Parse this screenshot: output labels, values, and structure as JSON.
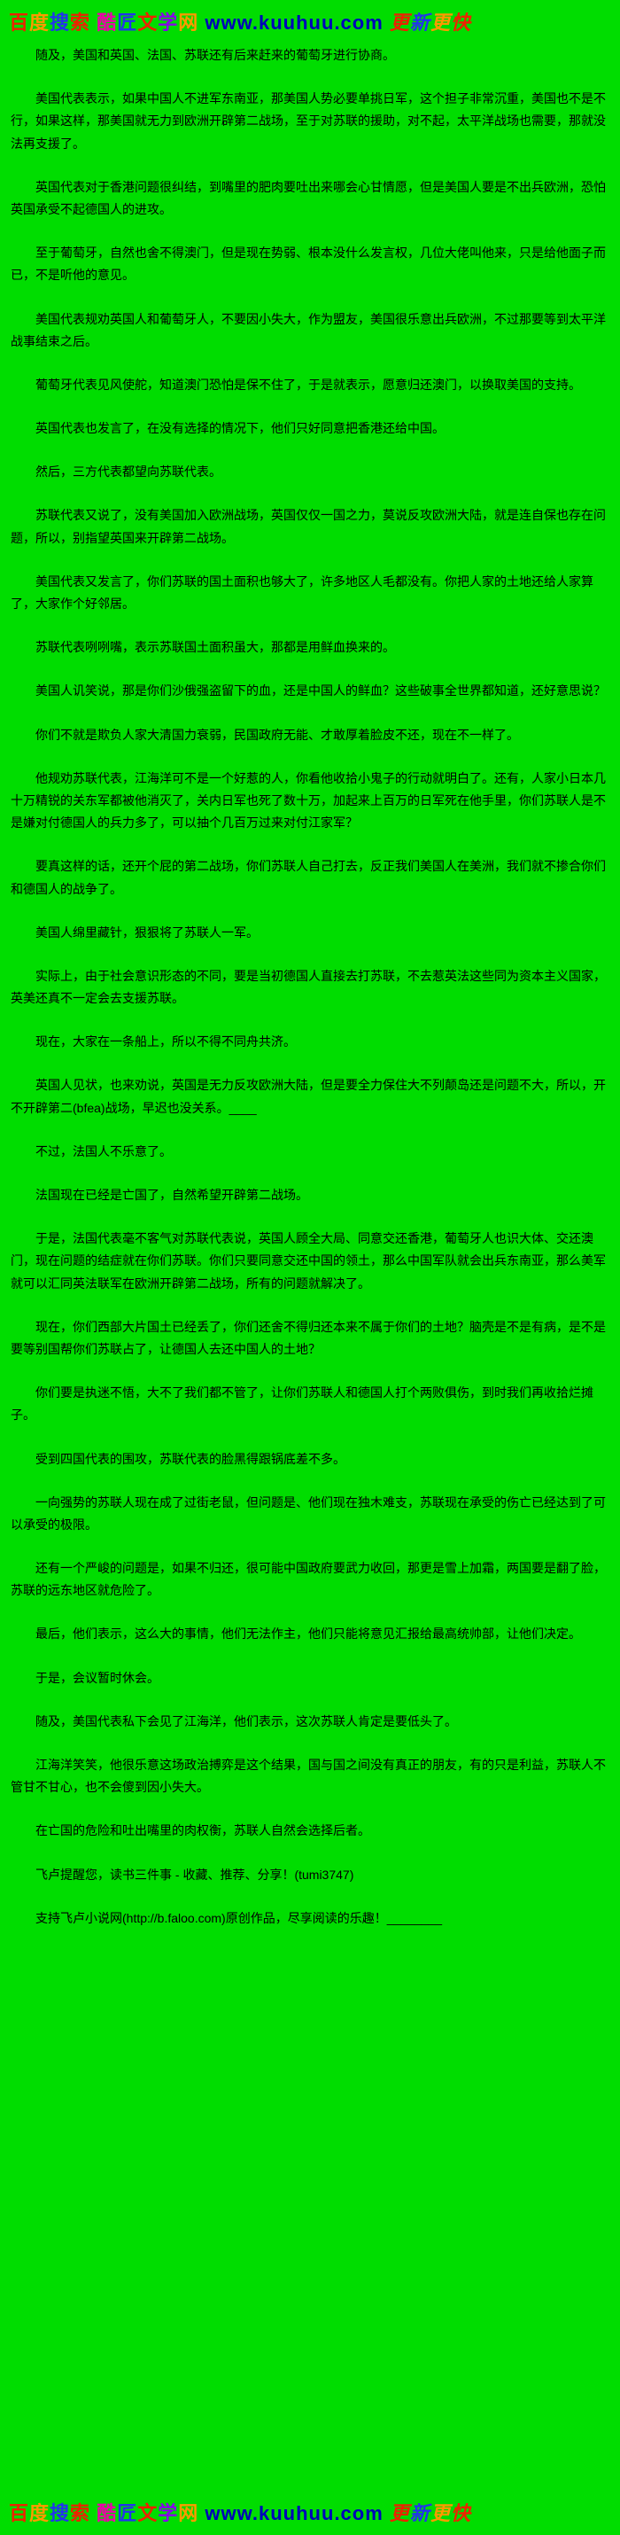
{
  "banner": {
    "full_text": "百度搜索 酷匠文学网 www.kuuhuu.com 更新更快",
    "segments": [
      {
        "text": "百",
        "color": "#ee2200"
      },
      {
        "text": "度",
        "color": "#ff9900"
      },
      {
        "text": "搜",
        "color": "#2233ee"
      },
      {
        "text": "索",
        "color": "#ee2200"
      },
      {
        "text": " ",
        "color": "#000000"
      },
      {
        "text": "酷",
        "color": "#ee00aa"
      },
      {
        "text": "匠",
        "color": "#2233ee"
      },
      {
        "text": "文",
        "color": "#ee2200"
      },
      {
        "text": "学",
        "color": "#8800ee"
      },
      {
        "text": "网",
        "color": "#ff9900"
      },
      {
        "text": " www.kuuhuu.com ",
        "color": "#0000bb",
        "bold": true
      },
      {
        "text": "更",
        "color": "#ee2200",
        "italic": true
      },
      {
        "text": "新",
        "color": "#2233ee",
        "italic": true
      },
      {
        "text": "更",
        "color": "#ff9900",
        "italic": true
      },
      {
        "text": "快",
        "color": "#ee2200",
        "italic": true
      }
    ]
  },
  "paragraphs": [
    "随及，美国和英国、法国、苏联还有后来赶来的葡萄牙进行协商。",
    "美国代表表示，如果中国人不进军东南亚，那美国人势必要单挑日军，这个担子非常沉重，美国也不是不行，如果这样，那美国就无力到欧洲开辟第二战场，至于对苏联的援助，对不起，太平洋战场也需要，那就没法再支援了。",
    "英国代表对于香港问题很纠结，到嘴里的肥肉要吐出来哪会心甘情愿，但是美国人要是不出兵欧洲，恐怕英国承受不起德国人的进攻。",
    "至于葡萄牙，自然也舍不得澳门，但是现在势弱、根本没什么发言权，几位大佬叫他来，只是给他面子而已，不是听他的意见。",
    "美国代表规劝英国人和葡萄牙人，不要因小失大，作为盟友，美国很乐意出兵欧洲，不过那要等到太平洋战事结束之后。",
    "葡萄牙代表见风使舵，知道澳门恐怕是保不住了，于是就表示，愿意归还澳门，以换取美国的支持。",
    "英国代表也发言了，在没有选择的情况下，他们只好同意把香港还给中国。",
    "然后，三方代表都望向苏联代表。",
    "苏联代表又说了，没有美国加入欧洲战场，英国仅仅一国之力，莫说反攻欧洲大陆，就是连自保也存在问题，所以，别指望英国来开辟第二战场。",
    "美国代表又发言了，你们苏联的国土面积也够大了，许多地区人毛都没有。你把人家的土地还给人家算了，大家作个好邻居。",
    "苏联代表咧咧嘴，表示苏联国土面积虽大，那都是用鲜血换来的。",
    "美国人讥笑说，那是你们沙俄强盗留下的血，还是中国人的鲜血？这些破事全世界都知道，还好意思说？",
    "你们不就是欺负人家大清国力衰弱，民国政府无能、才敢厚着脸皮不还，现在不一样了。",
    "他规劝苏联代表，江海洋可不是一个好惹的人，你看他收拾小鬼子的行动就明白了。还有，人家小日本几十万精锐的关东军都被他消灭了，关内日军也死了数十万，加起来上百万的日军死在他手里，你们苏联人是不是嫌对付德国人的兵力多了，可以抽个几百万过来对付江家军？",
    "要真这样的话，还开个屁的第二战场，你们苏联人自己打去，反正我们美国人在美洲，我们就不掺合你们和德国人的战争了。",
    "美国人绵里藏针，狠狠将了苏联人一军。",
    "实际上，由于社会意识形态的不同，要是当初德国人直接去打苏联，不去惹英法这些同为资本主义国家，英美还真不一定会去支援苏联。",
    "现在，大家在一条船上，所以不得不同舟共济。",
    "英国人见状，也来劝说，英国是无力反攻欧洲大陆，但是要全力保住大不列颠岛还是问题不大，所以，开不开辟第二(bfea)战场，早迟也没关系。____",
    "不过，法国人不乐意了。",
    "法国现在已经是亡国了，自然希望开辟第二战场。",
    "于是，法国代表毫不客气对苏联代表说，英国人顾全大局、同意交还香港，葡萄牙人也识大体、交还澳门，现在问题的结症就在你们苏联。你们只要同意交还中国的领土，那么中国军队就会出兵东南亚，那么美军就可以汇同英法联军在欧洲开辟第二战场，所有的问题就解决了。",
    "现在，你们西部大片国土已经丢了，你们还舍不得归还本来不属于你们的土地？脑壳是不是有病，是不是要等别国帮你们苏联占了，让德国人去还中国人的土地？",
    "你们要是执迷不悟，大不了我们都不管了，让你们苏联人和德国人打个两败俱伤，到时我们再收拾烂摊子。",
    "受到四国代表的围攻，苏联代表的脸黑得跟锅底差不多。",
    "一向强势的苏联人现在成了过街老鼠，但问题是、他们现在独木难支，苏联现在承受的伤亡已经达到了可以承受的极限。",
    "还有一个严峻的问题是，如果不归还，很可能中国政府要武力收回，那更是雪上加霜，两国要是翻了脸，苏联的远东地区就危险了。",
    "最后，他们表示，这么大的事情，他们无法作主，他们只能将意见汇报给最高统帅部，让他们决定。",
    "于是，会议暂时休会。",
    "随及，美国代表私下会见了江海洋，他们表示，这次苏联人肯定是要低头了。",
    "江海洋笑笑，他很乐意这场政治搏弈是这个结果，国与国之间没有真正的朋友，有的只是利益，苏联人不管甘不甘心，也不会傻到因小失大。",
    "在亡国的危险和吐出嘴里的肉权衡，苏联人自然会选择后者。",
    "飞卢提醒您，读书三件事 - 收藏、推荐、分享！(tumi3747)",
    "支持飞卢小说网(http://b.faloo.com)原创作品，尽享阅读的乐趣！________"
  ]
}
